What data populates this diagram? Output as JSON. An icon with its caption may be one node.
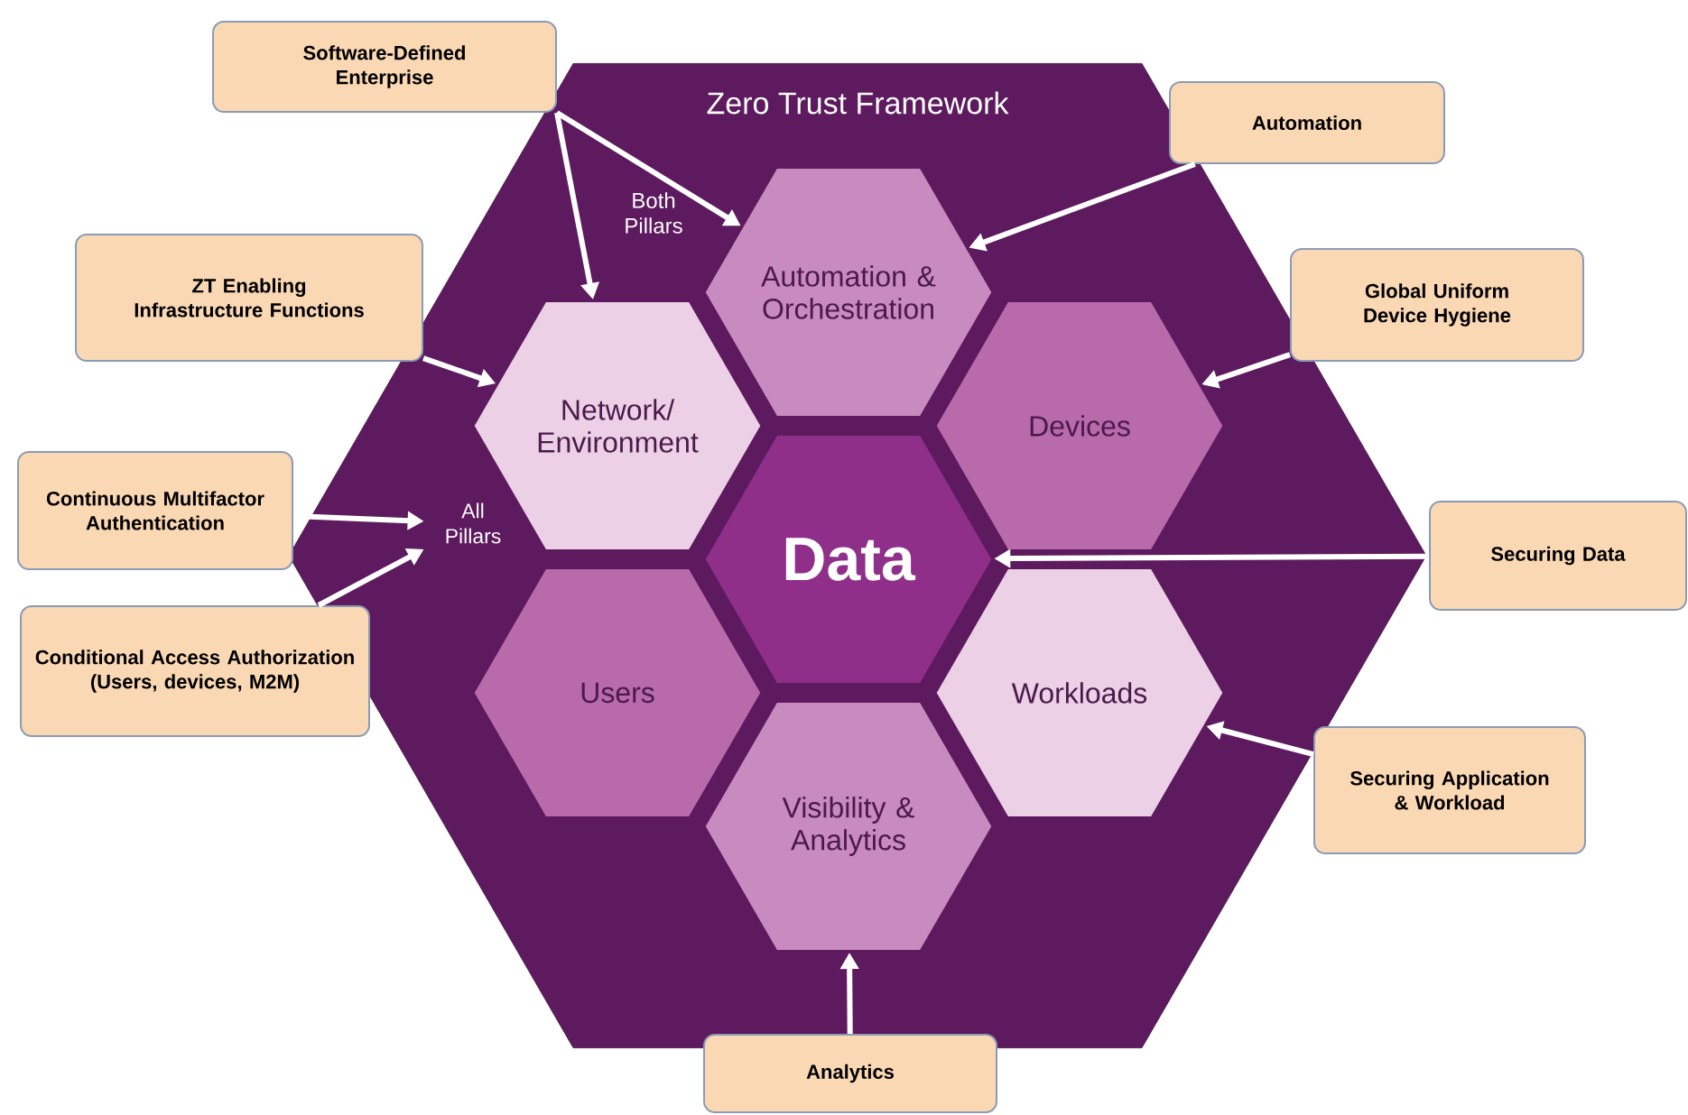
{
  "diagram": {
    "nodes": [
      {
        "text": [
          "Zero Trust Framework"
        ]
      },
      {
        "text": [
          "Automation & Orchestration"
        ],
        "in": 0
      },
      {
        "text": [
          "Network/ Environment"
        ],
        "in": 0
      },
      {
        "text": [
          "Devices"
        ],
        "in": 0
      },
      {
        "text": [
          "Data"
        ],
        "in": 0
      },
      {
        "text": [
          "Users"
        ],
        "in": 0
      },
      {
        "text": [
          "Workloads"
        ],
        "in": 0
      },
      {
        "text": [
          "Visibility & Analytics"
        ],
        "in": 0
      },
      {
        "text": [
          "All Pillars"
        ],
        "in": 0
      },
      {
        "text": [
          "Software-Defined Enterprise"
        ]
      },
      {
        "text": [
          "Automation"
        ]
      },
      {
        "text": [
          "ZT Enabling Infrastructure Functions"
        ]
      },
      {
        "text": [
          "Global Uniform Device Hygiene"
        ]
      },
      {
        "text": [
          "Continuous Multifactor Authentication"
        ]
      },
      {
        "text": [
          "Securing Data"
        ]
      },
      {
        "text": [
          "Conditional Access Authorization (Users, devices, M2M)"
        ]
      },
      {
        "text": [
          "Securing Application & Workload"
        ]
      },
      {
        "text": [
          "Analytics"
        ]
      }
    ],
    "edges": [
      {
        "from": 9,
        "to": 1,
        "arrow": "to"
      },
      {
        "from": 9,
        "to": 2,
        "arrow": "to"
      },
      {
        "from": 10,
        "to": 1,
        "arrow": "to"
      },
      {
        "from": 11,
        "to": 2,
        "arrow": "to"
      },
      {
        "from": 12,
        "to": 3,
        "arrow": "to"
      },
      {
        "from": 13,
        "to": 8,
        "arrow": "to"
      },
      {
        "from": 14,
        "to": 4,
        "arrow": "to"
      },
      {
        "from": 15,
        "to": 8,
        "arrow": "to"
      },
      {
        "from": 16,
        "to": 6,
        "arrow": "to"
      },
      {
        "from": 17,
        "to": 7,
        "arrow": "to"
      }
    ],
    "labels": [
      "Both Pillars"
    ]
  }
}
